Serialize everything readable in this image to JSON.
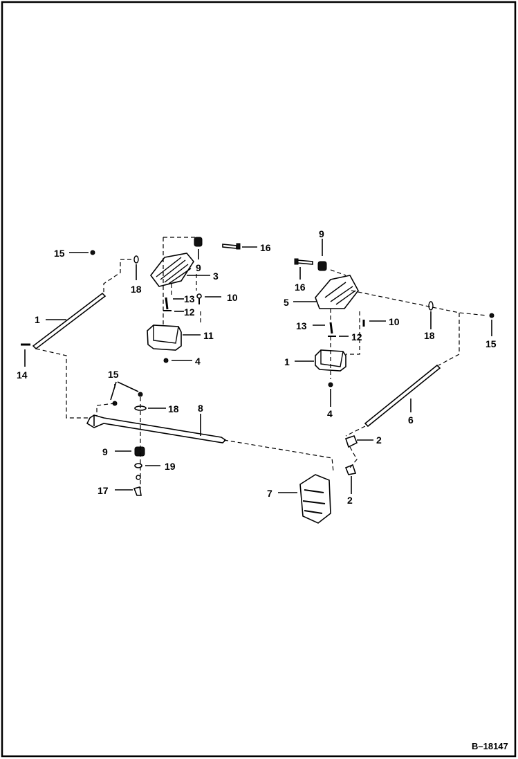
{
  "figure_ref": "B–18147",
  "callouts": [
    {
      "id": "c-15a",
      "text": "15"
    },
    {
      "id": "c-18a",
      "text": "18"
    },
    {
      "id": "c-9a",
      "text": "9"
    },
    {
      "id": "c-3",
      "text": "3"
    },
    {
      "id": "c-16a",
      "text": "16"
    },
    {
      "id": "c-1a",
      "text": "1"
    },
    {
      "id": "c-14",
      "text": "14"
    },
    {
      "id": "c-13a",
      "text": "13"
    },
    {
      "id": "c-12a",
      "text": "12"
    },
    {
      "id": "c-10a",
      "text": "10"
    },
    {
      "id": "c-11",
      "text": "11"
    },
    {
      "id": "c-4a",
      "text": "4"
    },
    {
      "id": "c-15b",
      "text": "15"
    },
    {
      "id": "c-18b",
      "text": "18"
    },
    {
      "id": "c-8",
      "text": "8"
    },
    {
      "id": "c-9b",
      "text": "9"
    },
    {
      "id": "c-19",
      "text": "19"
    },
    {
      "id": "c-17",
      "text": "17"
    },
    {
      "id": "c-9c",
      "text": "9"
    },
    {
      "id": "c-16b",
      "text": "16"
    },
    {
      "id": "c-5",
      "text": "5"
    },
    {
      "id": "c-13b",
      "text": "13"
    },
    {
      "id": "c-10b",
      "text": "10"
    },
    {
      "id": "c-12b",
      "text": "12"
    },
    {
      "id": "c-1b",
      "text": "1"
    },
    {
      "id": "c-4b",
      "text": "4"
    },
    {
      "id": "c-18c",
      "text": "18"
    },
    {
      "id": "c-15c",
      "text": "15"
    },
    {
      "id": "c-6",
      "text": "6"
    },
    {
      "id": "c-2a",
      "text": "2"
    },
    {
      "id": "c-7",
      "text": "7"
    },
    {
      "id": "c-2b",
      "text": "2"
    }
  ]
}
